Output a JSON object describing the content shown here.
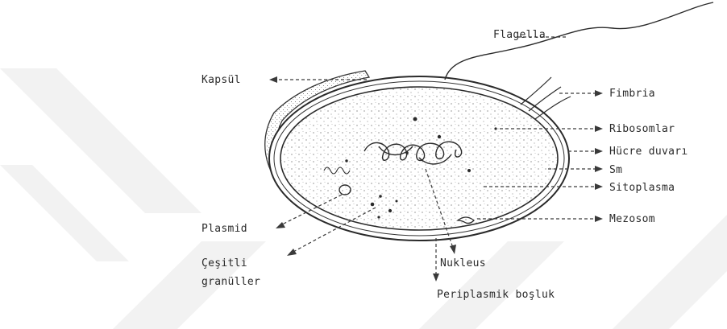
{
  "labels": {
    "flagella": "Flagella",
    "kapsul": "Kapsül",
    "fimbria": "Fimbria",
    "ribosomlar": "Ribosomlar",
    "hucre_duvari": "Hücre duvarı",
    "sm": "Sm",
    "sitoplasma": "Sitoplasma",
    "mezosom": "Mezosom",
    "plasmid": "Plasmid",
    "cesitli": "Çeşitli",
    "granuller": "granüller",
    "nukleus": "Nukleus",
    "periplasmik": "Periplasmik boşluk"
  }
}
